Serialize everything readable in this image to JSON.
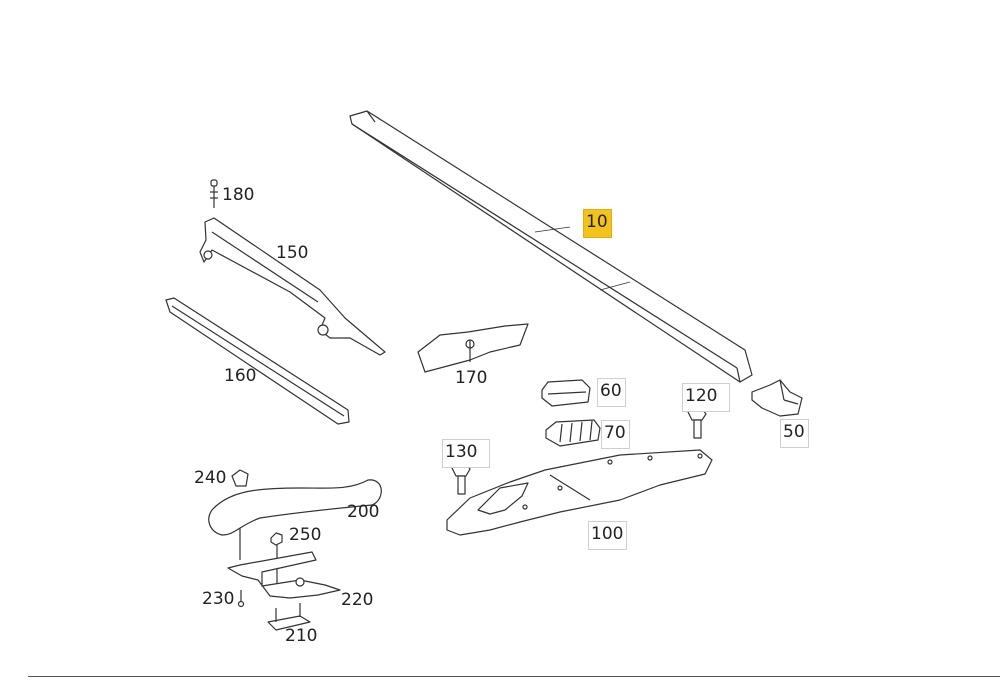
{
  "diagram": {
    "highlight_color": "#f3c21b",
    "parts": [
      {
        "id": "10",
        "label": "10",
        "highlighted": true
      },
      {
        "id": "50",
        "label": "50"
      },
      {
        "id": "60",
        "label": "60"
      },
      {
        "id": "70",
        "label": "70"
      },
      {
        "id": "100",
        "label": "100"
      },
      {
        "id": "120",
        "label": "120"
      },
      {
        "id": "130",
        "label": "130"
      },
      {
        "id": "150",
        "label": "150"
      },
      {
        "id": "160",
        "label": "160"
      },
      {
        "id": "170",
        "label": "170"
      },
      {
        "id": "180",
        "label": "180"
      },
      {
        "id": "200",
        "label": "200"
      },
      {
        "id": "210",
        "label": "210"
      },
      {
        "id": "220",
        "label": "220"
      },
      {
        "id": "230",
        "label": "230"
      },
      {
        "id": "240",
        "label": "240"
      },
      {
        "id": "250",
        "label": "250"
      }
    ]
  }
}
